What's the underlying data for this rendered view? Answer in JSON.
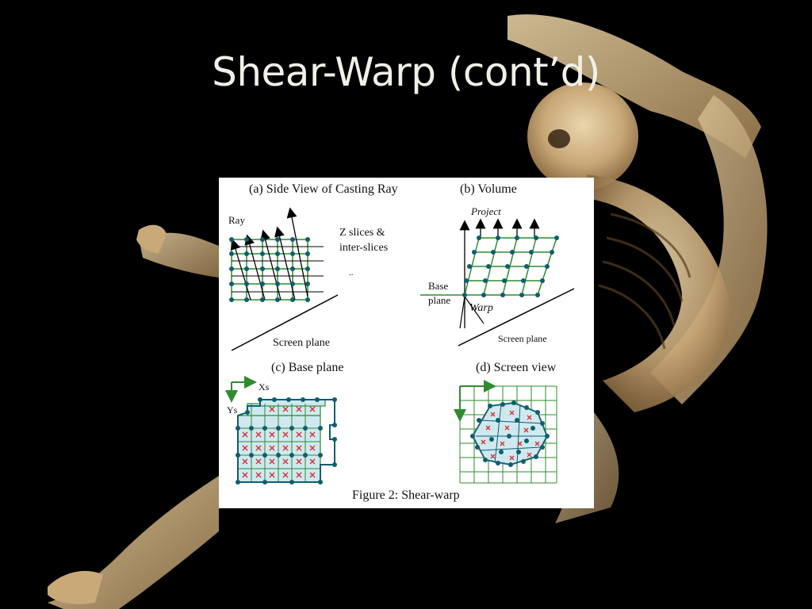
{
  "slide": {
    "title": "Shear-Warp (cont’d)"
  },
  "figure": {
    "panel_a": {
      "title": "(a) Side View of Casting Ray",
      "ray_label": "Ray",
      "slices_label_1": "Z slices &",
      "slices_label_2": "inter-slices",
      "screen_label": "Screen plane"
    },
    "panel_b": {
      "title": "(b) Volume",
      "project_label": "Project",
      "base_label_1": "Base",
      "base_label_2": "plane",
      "warp_label": "Warp",
      "screen_label": "Screen plane"
    },
    "panel_c": {
      "title": "(c) Base plane",
      "xs_label": "Xs",
      "ys_label": "Ys"
    },
    "panel_d": {
      "title": "(d) Screen view"
    },
    "caption": "Figure 2: Shear-warp"
  },
  "colors": {
    "grid_green": "#2e8b2e",
    "dot_teal": "#0f5e6e",
    "cross_red": "#d23030",
    "cell_blue": "#cfe8f0",
    "bone": "#d8c29a"
  }
}
